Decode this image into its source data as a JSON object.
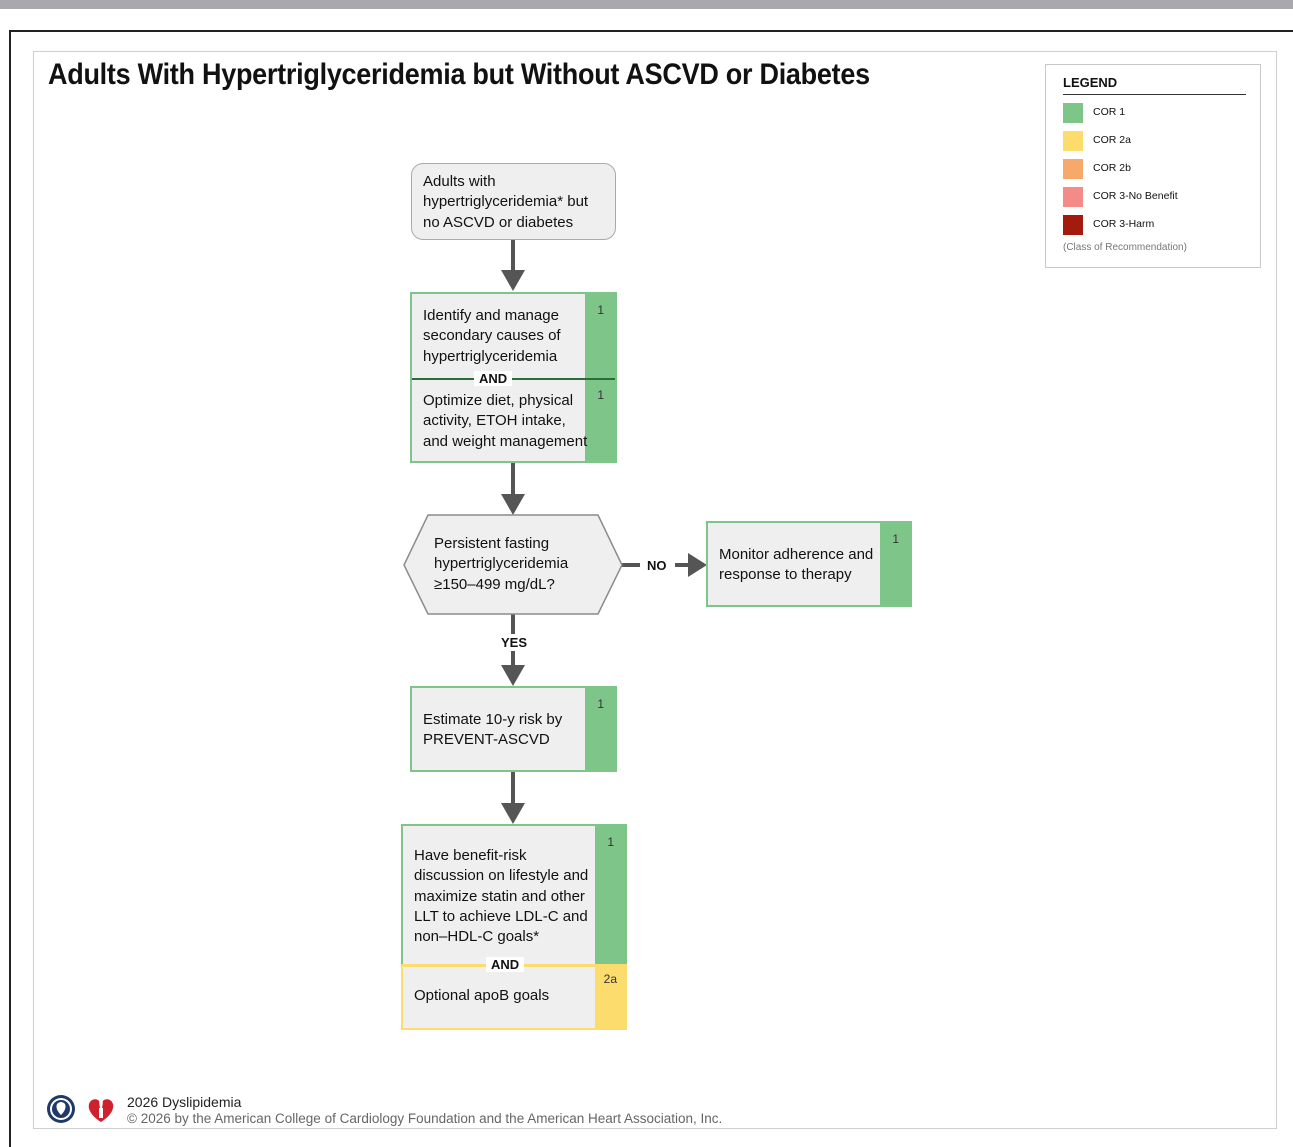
{
  "title": "Adults With Hypertriglyceridemia but Without ASCVD or Diabetes",
  "legend": {
    "heading": "LEGEND",
    "items": [
      {
        "label": "COR 1",
        "color": "#7ec58a"
      },
      {
        "label": "COR 2a",
        "color": "#fbdc6d"
      },
      {
        "label": "COR 2b",
        "color": "#f7a96b"
      },
      {
        "label": "COR 3-No Benefit",
        "color": "#f58b88"
      },
      {
        "label": "COR 3-Harm",
        "color": "#a31a0e"
      }
    ],
    "note": "(Class of Recommendation)"
  },
  "colors": {
    "box_fill": "#efefef",
    "cor1": "#7ec58a",
    "cor2a": "#fbdc6d",
    "start_border": "#a9a9a9",
    "arrow": "#555555"
  },
  "flow": {
    "start": {
      "text": "Adults with hypertriglyceridemia* but no ASCVD or diabetes"
    },
    "step1": {
      "part_a": {
        "text": "Identify and manage secondary causes of hypertriglyceridemia",
        "cor": "1"
      },
      "joiner": "AND",
      "part_b": {
        "text": "Optimize diet, physical activity, ETOH intake, and weight management",
        "cor": "1"
      }
    },
    "decision": {
      "text": "Persistent fasting hypertriglyceridemia ≥150–499 mg/dL?"
    },
    "no_label": "NO",
    "yes_label": "YES",
    "no_outcome": {
      "text": "Monitor adherence and response to therapy",
      "cor": "1"
    },
    "step2": {
      "text": "Estimate 10-y risk by PREVENT-ASCVD",
      "cor": "1"
    },
    "step3": {
      "part_a": {
        "text": "Have benefit-risk discussion on lifestyle and maximize statin and other LLT to achieve LDL-C and non–HDL-C goals*",
        "cor": "1"
      },
      "joiner": "AND",
      "part_b": {
        "text": "Optional apoB goals",
        "cor": "2a"
      }
    }
  },
  "footer": {
    "guideline": "2026 Dyslipidemia",
    "copyright": "© 2026 by the American College of Cardiology Foundation and the American Heart Association, Inc."
  },
  "icons": [
    "acc-seal-logo",
    "aha-heart-torch-logo"
  ]
}
